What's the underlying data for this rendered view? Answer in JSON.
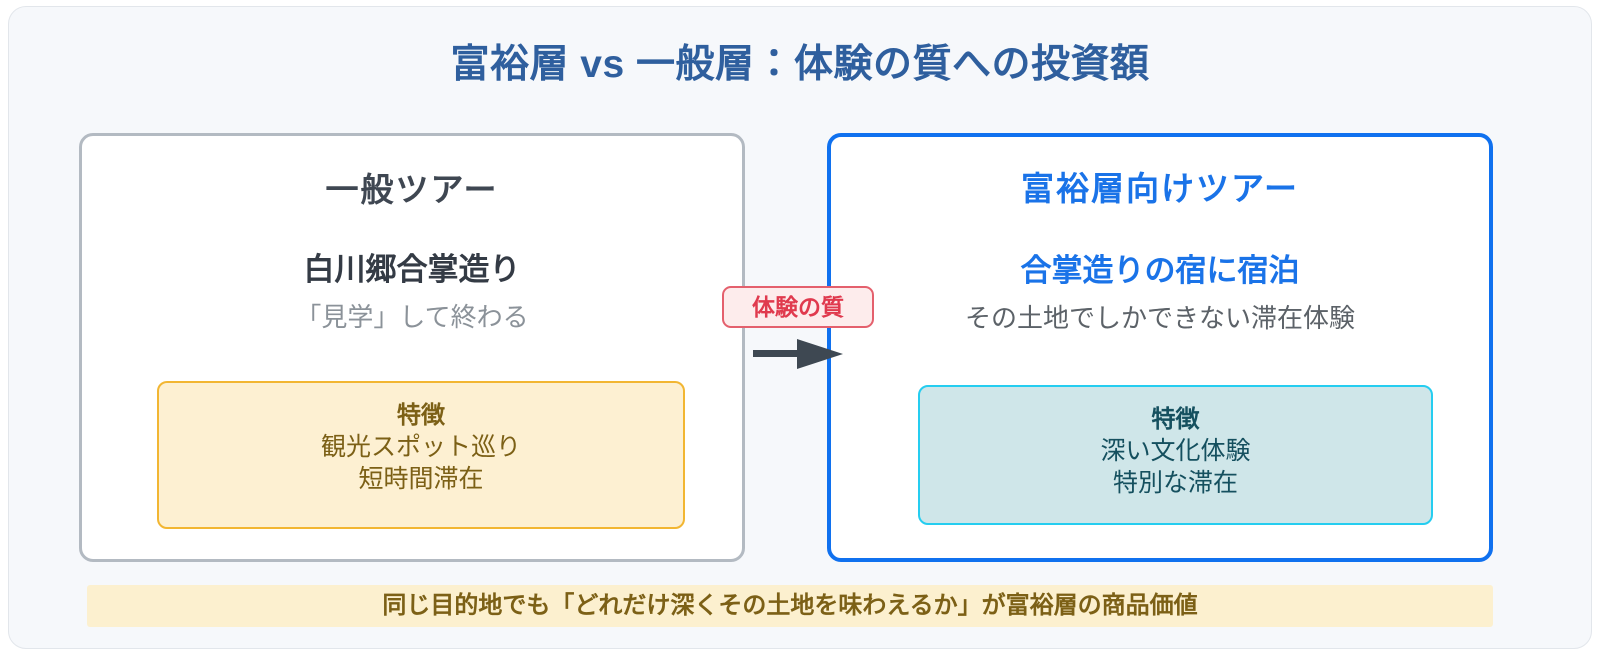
{
  "title": "富裕層 vs 一般層：体験の質への投資額",
  "colors": {
    "page_background": "#f6f8fb",
    "title_text": "#2f5f9e",
    "standard_border": "#b3bac2",
    "luxury_border": "#1071ef",
    "luxury_accent": "#1a73e8",
    "feature_yellow_fill": "#fdf0d2",
    "feature_yellow_border": "#f2b632",
    "feature_yellow_text": "#7c6016",
    "feature_teal_fill": "#cfe6e9",
    "feature_teal_border": "#25cdf0",
    "feature_teal_text": "#15505f",
    "badge_text": "#e03a4e",
    "badge_fill": "#fdecec",
    "badge_border": "#e4606d",
    "banner_fill": "#fcf0cf",
    "banner_text": "#7c6016"
  },
  "cards": {
    "standard": {
      "heading": "一般ツアー",
      "subject": "白川郷合掌造り",
      "note": "「見学」して終わる",
      "feature": {
        "title": "特徴",
        "lines": [
          "観光スポット巡り",
          "短時間滞在"
        ]
      }
    },
    "luxury": {
      "heading": "富裕層向けツアー",
      "subject": "合掌造りの宿に宿泊",
      "note": "その土地でしかできない滞在体験",
      "feature": {
        "title": "特徴",
        "lines": [
          "深い文化体験",
          "特別な滞在"
        ]
      }
    }
  },
  "connector": {
    "badge_label": "体験の質",
    "arrow_icon": "arrow-right-icon"
  },
  "banner": {
    "text": "同じ目的地でも「どれだけ深くその土地を味わえるか」が富裕層の商品価値"
  }
}
